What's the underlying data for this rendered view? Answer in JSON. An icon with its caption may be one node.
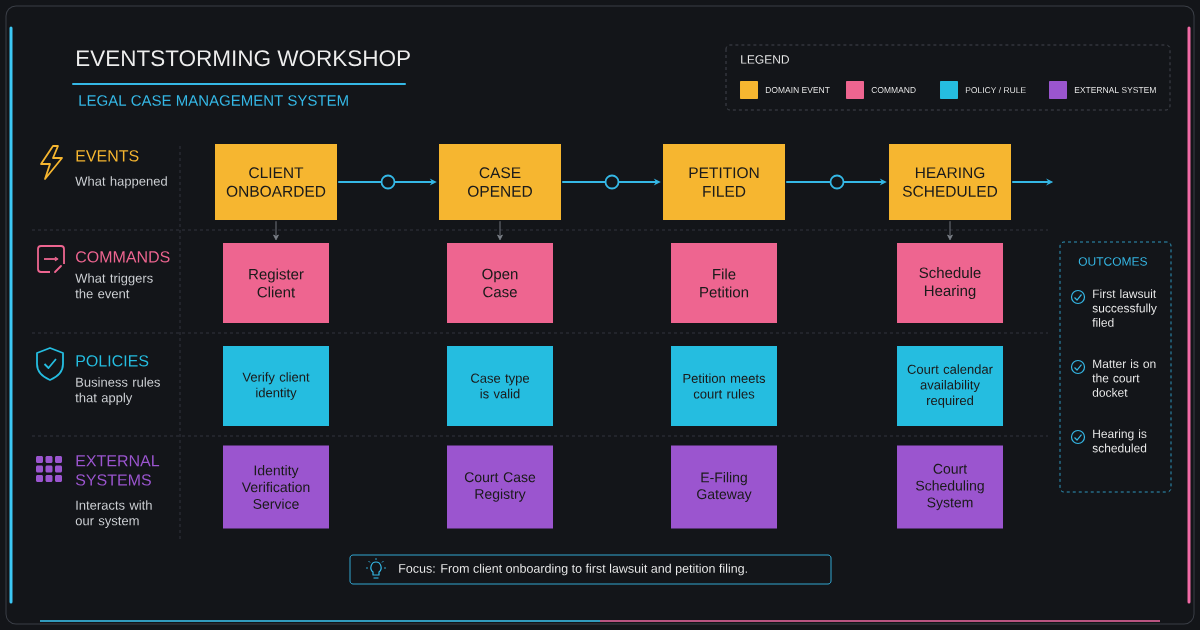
{
  "diagram": {
    "title": "EVENTSTORMING WORKSHOP",
    "nodes": [
      {
        "text": [
          "CLIENT ONBOARDED"
        ]
      },
      {
        "text": [
          "CASE OPENED"
        ]
      },
      {
        "text": [
          "PETITION FILED"
        ]
      },
      {
        "text": [
          "HEARING SCHEDULED"
        ]
      },
      {
        "text": [
          "Register Client"
        ]
      },
      {
        "text": [
          "Open Case"
        ]
      },
      {
        "text": [
          "File Petition"
        ]
      },
      {
        "text": [
          "Schedule Hearing"
        ]
      },
      {
        "text": [
          "Verify client identity"
        ]
      },
      {
        "text": [
          "Case type is valid"
        ]
      },
      {
        "text": [
          "Petition meets court rules"
        ]
      },
      {
        "text": [
          "Court calendar availability required"
        ]
      },
      {
        "text": [
          "Identity Verification Service"
        ]
      },
      {
        "text": [
          "Court Case Registry"
        ]
      },
      {
        "text": [
          "E-Filing Gateway"
        ]
      },
      {
        "text": [
          "Court Scheduling System"
        ]
      },
      {
        "text": [
          "OUTCOMES",
          "First lawsuit successfully filed",
          "Matter is on the court docket",
          "Hearing is scheduled"
        ]
      },
      {
        "text": [
          "Focus: From client onboarding to first lawsuit and petition filing."
        ]
      }
    ],
    "edges": [
      {
        "from": 0,
        "to": 1,
        "arrow": "to"
      },
      {
        "from": 1,
        "to": 2,
        "arrow": "to"
      },
      {
        "from": 2,
        "to": 3,
        "arrow": "to"
      },
      {
        "from": 3,
        "to": null,
        "arrow": "to"
      },
      {
        "from": 0,
        "to": 4,
        "arrow": "to",
        "color": "#7c8088"
      },
      {
        "from": 1,
        "to": 5,
        "arrow": "to",
        "color": "#7c8088"
      },
      {
        "from": 3,
        "to": 7,
        "arrow": "to",
        "color": "#7c8088"
      }
    ],
    "labels": [
      "LEGAL CASE MANAGEMENT SYSTEM",
      "LEGEND",
      "EVENTS",
      "What happened",
      "COMMANDS",
      "What triggers the event",
      "POLICIES",
      "Business rules that apply",
      "EXTERNAL SYSTEMS",
      "Interacts with our system"
    ],
    "legend": [
      {
        "text": "DOMAIN EVENT",
        "color": "#f6b630"
      },
      {
        "text": "COMMAND",
        "color": "#ee6590"
      },
      {
        "text": "POLICY / RULE",
        "color": "#25bde0"
      },
      {
        "text": "EXTERNAL SYSTEM",
        "color": "#9b55cf"
      }
    ]
  }
}
